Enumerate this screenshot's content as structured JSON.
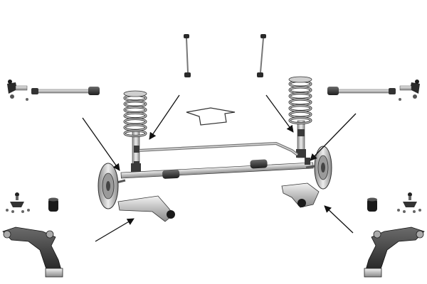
{
  "diagram": {
    "kind": "exploded parts illustration",
    "background": "#ffffff",
    "colors": {
      "metal_light": "#d9d9d9",
      "metal_mid": "#a6a6a6",
      "metal_dark": "#3a3a3a",
      "black_part": "#1a1a1a",
      "outline": "#222222",
      "arrow": "#111111"
    },
    "parts": [
      {
        "name": "stabilizer-link-left",
        "icon": "stabilizer-link-icon"
      },
      {
        "name": "stabilizer-link-right",
        "icon": "stabilizer-link-icon"
      },
      {
        "name": "tie-rod-end-left",
        "icon": "tie-rod-end-icon"
      },
      {
        "name": "inner-tie-rod-left",
        "icon": "tie-rod-icon"
      },
      {
        "name": "inner-tie-rod-right",
        "icon": "tie-rod-icon"
      },
      {
        "name": "tie-rod-end-right",
        "icon": "tie-rod-end-icon"
      },
      {
        "name": "coil-spring-strut-left",
        "icon": "coil-spring-icon"
      },
      {
        "name": "coil-spring-strut-right",
        "icon": "coil-spring-icon"
      },
      {
        "name": "ball-joint-left",
        "icon": "ball-joint-icon"
      },
      {
        "name": "ball-joint-right",
        "icon": "ball-joint-icon"
      },
      {
        "name": "bushing-left",
        "icon": "bushing-icon"
      },
      {
        "name": "bushing-right",
        "icon": "bushing-icon"
      },
      {
        "name": "control-arm-left",
        "icon": "control-arm-icon"
      },
      {
        "name": "control-arm-right",
        "icon": "control-arm-icon"
      },
      {
        "name": "front-axle-assembly",
        "icon": "axle-assembly-icon"
      }
    ],
    "direction_indicator": "forward-direction-arrow-icon",
    "pointer_arrows": 6
  }
}
